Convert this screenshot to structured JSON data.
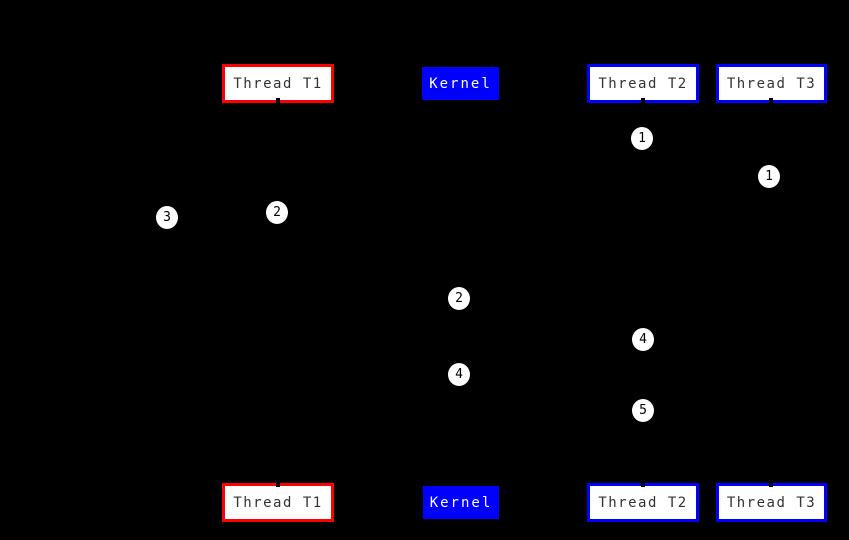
{
  "diagram": {
    "colors": {
      "background": "#000000",
      "red": "#ff0000",
      "blue": "#0000ff",
      "white": "#ffffff",
      "black": "#000000",
      "label_text": "#333333"
    },
    "boxes": {
      "thread_t1": {
        "label": "Thread T1",
        "border": "#ff0000",
        "fill": "#ffffff"
      },
      "kernel": {
        "label": "Kernel",
        "fill": "#0000ff",
        "text": "#ffffff"
      },
      "thread_t2": {
        "label": "Thread T2",
        "border": "#0000ff",
        "fill": "#ffffff"
      },
      "thread_t3": {
        "label": "Thread T3",
        "border": "#0000ff",
        "fill": "#ffffff"
      }
    },
    "markers": {
      "step1_t2": "1",
      "step1_t3": "1",
      "step3_t1": "3",
      "step2_t1": "2",
      "step2_kernel": "2",
      "step4_t2": "4",
      "step4_kernel": "4",
      "step5_t2": "5"
    }
  }
}
